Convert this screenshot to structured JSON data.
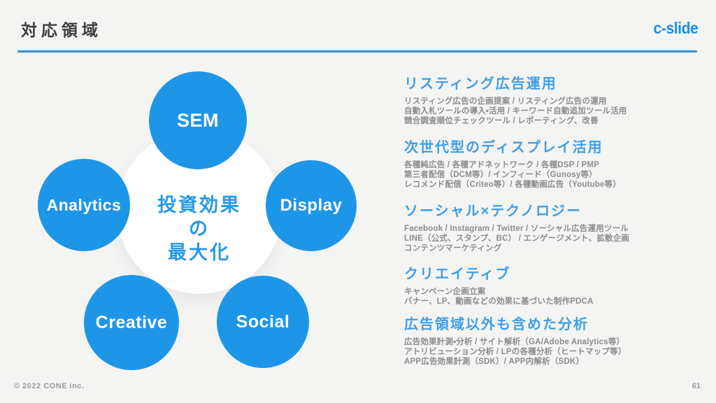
{
  "header": {
    "title": "対応領域",
    "logo": "c-slide"
  },
  "diagram": {
    "center": {
      "line1": "投資効果",
      "line2": "の",
      "line3": "最大化"
    },
    "circles": [
      {
        "label": "SEM"
      },
      {
        "label": "Analytics"
      },
      {
        "label": "Display"
      },
      {
        "label": "Creative"
      },
      {
        "label": "Social"
      }
    ]
  },
  "sections": [
    {
      "heading": "リスティング広告運用",
      "lines": [
        "リスティング広告の企画提案 / リスティング広告の運用",
        "自動入札ツールの導入・活用 / キーワード自動追加ツール活用",
        "競合調査順位チェックツール / レポーティング、改善"
      ]
    },
    {
      "heading": "次世代型のディスプレイ活用",
      "lines": [
        "各種純広告 / 各種アドネットワーク / 各種DSP / PMP",
        "第三者配信（DCM等）/ インフィード（Gunosy等）",
        "レコメンド配信（Criteo等）/ 各種動画広告（Youtube等）"
      ]
    },
    {
      "heading": "ソーシャル×テクノロジー",
      "lines": [
        "Facebook / Instagram / Twitter / ソーシャル広告運用ツール",
        "LINE（公式、スタンプ、BC） / エンゲージメント、拡散企画",
        "コンテンツマーケティング"
      ]
    },
    {
      "heading": "クリエイティブ",
      "lines": [
        "キャンペーン企画立案",
        "バナー、LP、動画などの効果に基づいた制作PDCA"
      ]
    },
    {
      "heading": "広告領域以外も含めた分析",
      "lines": [
        "広告効果計測・分析 / サイト解析（GA/Adobe Analytics等）",
        "アトリビューション分析 / LPの各種分析（ヒートマップ等）",
        "APP広告効果計測（SDK）/ APP内解析（SDK）"
      ]
    }
  ],
  "footer": {
    "copyright": "© 2022 CONE inc.",
    "page_number": "61"
  },
  "colors": {
    "circle_blue": "#1e96e8",
    "heading_blue": "#3f9fe6",
    "underline_blue": "#2f90da",
    "logo_blue": "#1b90e0",
    "center_text_blue": "#2899e8",
    "title_dark": "#3d3d3d",
    "body_gray": "#8c8c8c",
    "background": "#f4f4f3",
    "center_circle": "#ffffff"
  }
}
